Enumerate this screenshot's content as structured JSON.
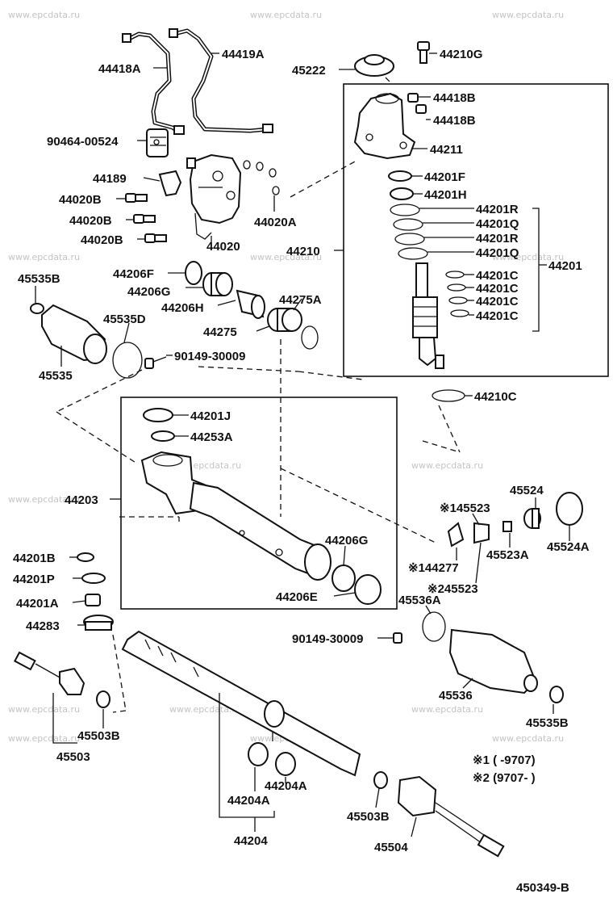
{
  "watermark": "www.epcdata.ru",
  "diagram_code": "450349-B",
  "notes": {
    "note1": "※1 (        -9707)",
    "note2": "※2 (9707-        )"
  },
  "labels": {
    "p44418A": "44418A",
    "p44419A": "44419A",
    "p45222": "45222",
    "p44210G": "44210G",
    "p44418B_1": "44418B",
    "p44418B_2": "44418B",
    "p44211": "44211",
    "p90464": "90464-00524",
    "p44189": "44189",
    "p44020B_1": "44020B",
    "p44020B_2": "44020B",
    "p44020B_3": "44020B",
    "p44020A": "44020A",
    "p44020": "44020",
    "p44210": "44210",
    "p44201F": "44201F",
    "p44201H": "44201H",
    "p44201R_1": "44201R",
    "p44201Q_1": "44201Q",
    "p44201R_2": "44201R",
    "p44201Q_2": "44201Q",
    "p44201C_1": "44201C",
    "p44201C_2": "44201C",
    "p44201C_3": "44201C",
    "p44201C_4": "44201C",
    "p44201": "44201",
    "p45535B_1": "45535B",
    "p44206F": "44206F",
    "p44206G_1": "44206G",
    "p44206H": "44206H",
    "p44275A": "44275A",
    "p44275": "44275",
    "p45535D": "45535D",
    "p90149_1": "90149-30009",
    "p45535": "45535",
    "p44210C": "44210C",
    "p44201J": "44201J",
    "p44253A": "44253A",
    "p44203": "44203",
    "p45523_1": "※145523",
    "p45524": "45524",
    "p45523A": "45523A",
    "p45524A": "45524A",
    "p44277": "※144277",
    "p45523_2": "※245523",
    "p44201B": "44201B",
    "p44201P": "44201P",
    "p44201A": "44201A",
    "p44283": "44283",
    "p44206G_2": "44206G",
    "p44206E": "44206E",
    "p45536A": "45536A",
    "p90149_2": "90149-30009",
    "p45536": "45536",
    "p45535B_2": "45535B",
    "p45503B_1": "45503B",
    "p45503": "45503",
    "p44204A": "44204A",
    "p44204A_2": "44204A",
    "p44204": "44204",
    "p45503B_2": "45503B",
    "p45504": "45504"
  },
  "colors": {
    "line": "#111111",
    "watermark": "#c4c4c4",
    "background": "#ffffff"
  }
}
